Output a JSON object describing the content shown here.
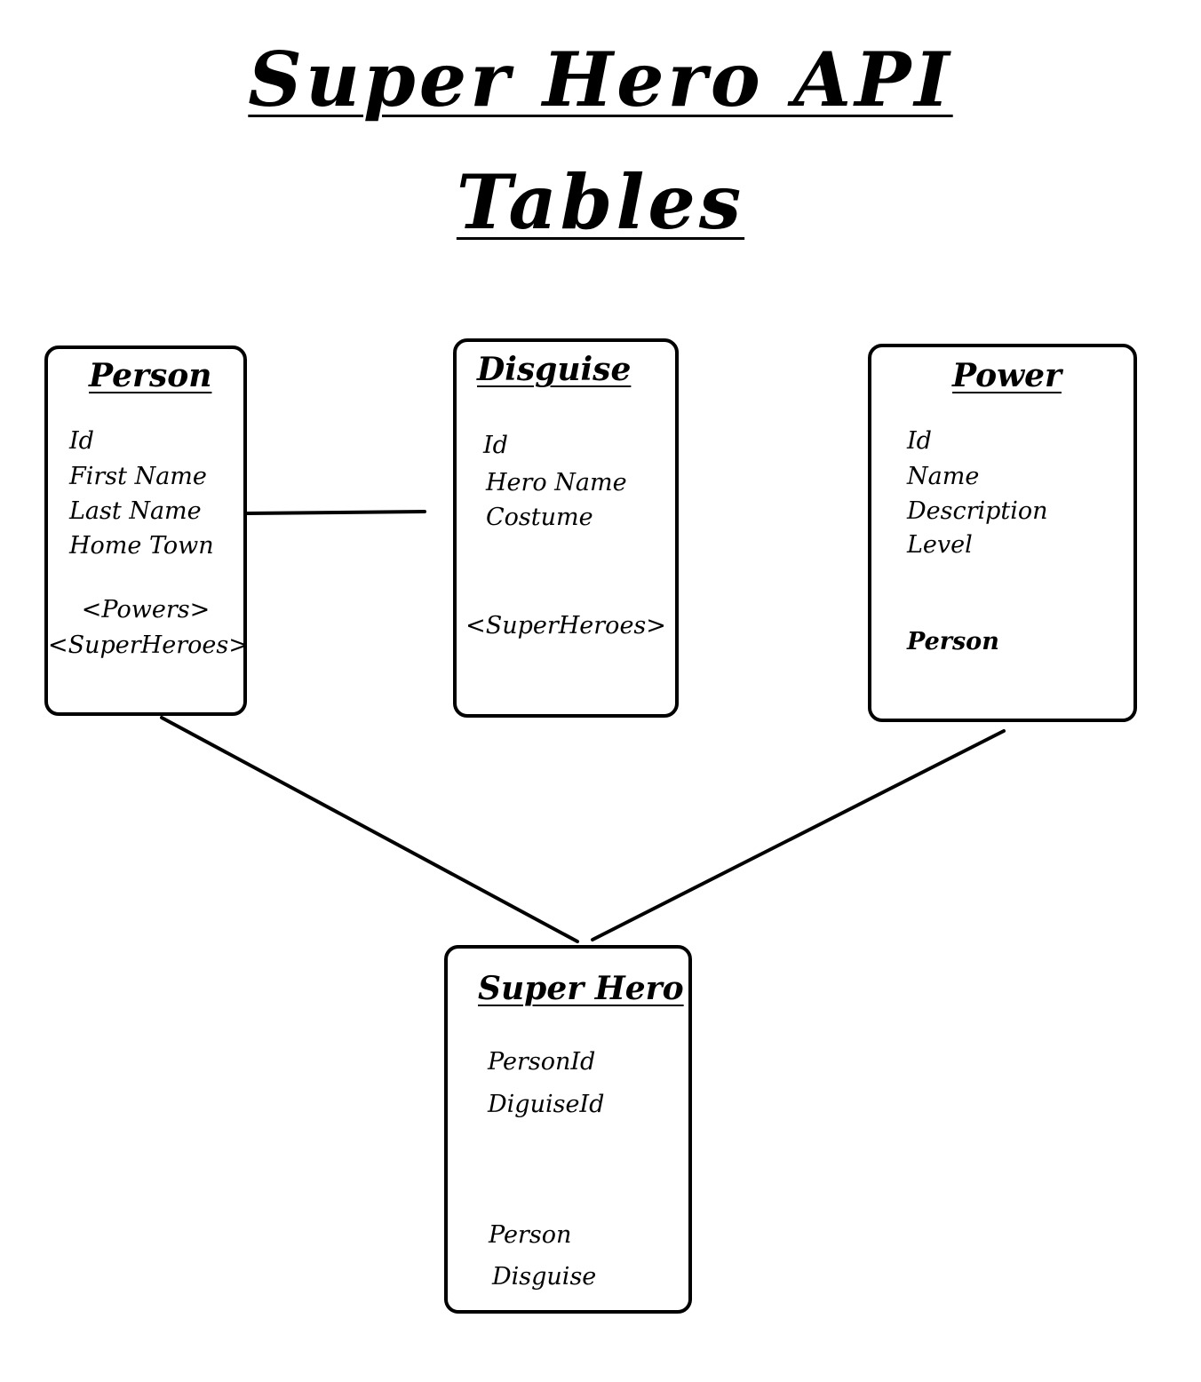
{
  "title": "Super Hero API",
  "subtitle": "Tables",
  "tables": {
    "person": {
      "name": "Person",
      "fields": [
        "Id",
        "First Name",
        "Last Name",
        "Home Town"
      ],
      "navigation": [
        "<Powers>",
        "<SuperHeroes>"
      ]
    },
    "disguise": {
      "name": "Disguise",
      "fields": [
        "Id",
        "Hero Name",
        "Costume"
      ],
      "navigation": [
        "<SuperHeroes>"
      ]
    },
    "power": {
      "name": "Power",
      "fields": [
        "Id",
        "Name",
        "Description",
        "Level"
      ],
      "navigation": [
        "Person"
      ]
    },
    "superhero": {
      "name": "Super Hero",
      "fields": [
        "PersonId",
        "DiguiseId"
      ],
      "navigation": [
        "Person",
        "Disguise"
      ]
    }
  }
}
